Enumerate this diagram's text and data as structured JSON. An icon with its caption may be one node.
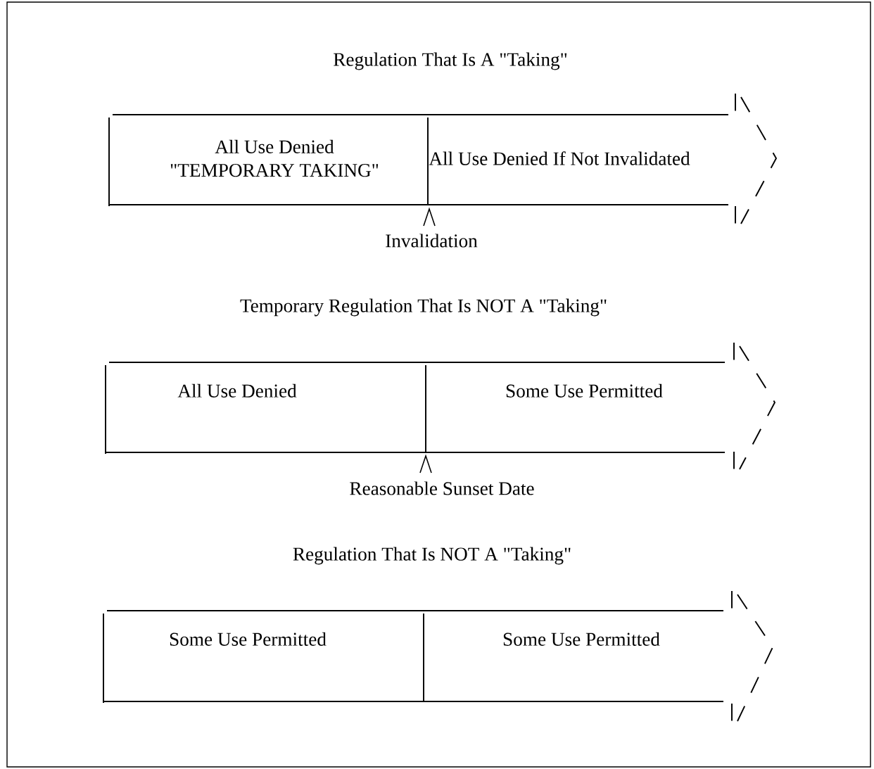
{
  "diagram": {
    "nodes": [
      {
        "text": [
          "All Use Denied",
          "\"TEMPORARY TAKING\""
        ]
      },
      {
        "text": [
          "All Use Denied If Not Invalidated"
        ]
      },
      {
        "text": [
          "All Use Denied"
        ]
      },
      {
        "text": [
          "Some Use Permitted"
        ]
      },
      {
        "text": [
          "Some Use Permitted"
        ]
      },
      {
        "text": [
          "Some Use Permitted"
        ]
      }
    ],
    "labels": [
      "Regulation That Is A \"Taking\"",
      "Invalidation",
      "Temporary Regulation That Is NOT A \"Taking\"",
      "Reasonable Sunset Date",
      "Regulation That Is NOT A \"Taking\""
    ]
  }
}
